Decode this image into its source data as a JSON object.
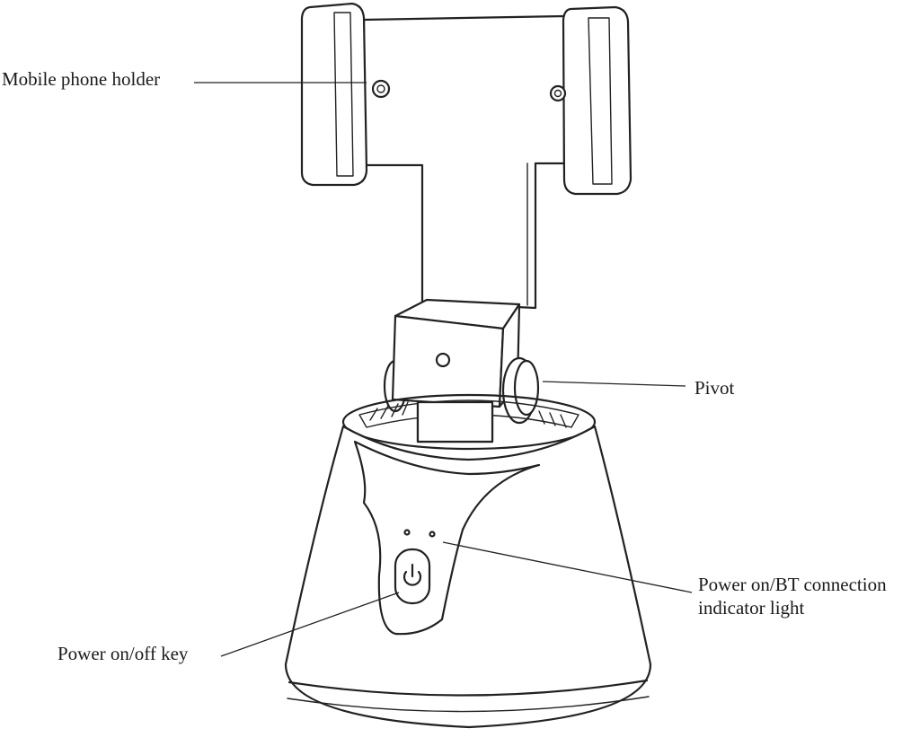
{
  "labels": {
    "phone_holder": "Mobile phone holder",
    "pivot": "Pivot",
    "indicator_line1": "Power on/BT connection",
    "indicator_line2": "indicator light",
    "power_key": "Power on/off key"
  },
  "icons": {
    "power_key_glyph": "power-icon"
  },
  "colors": {
    "line": "#222222",
    "background": "#ffffff"
  }
}
